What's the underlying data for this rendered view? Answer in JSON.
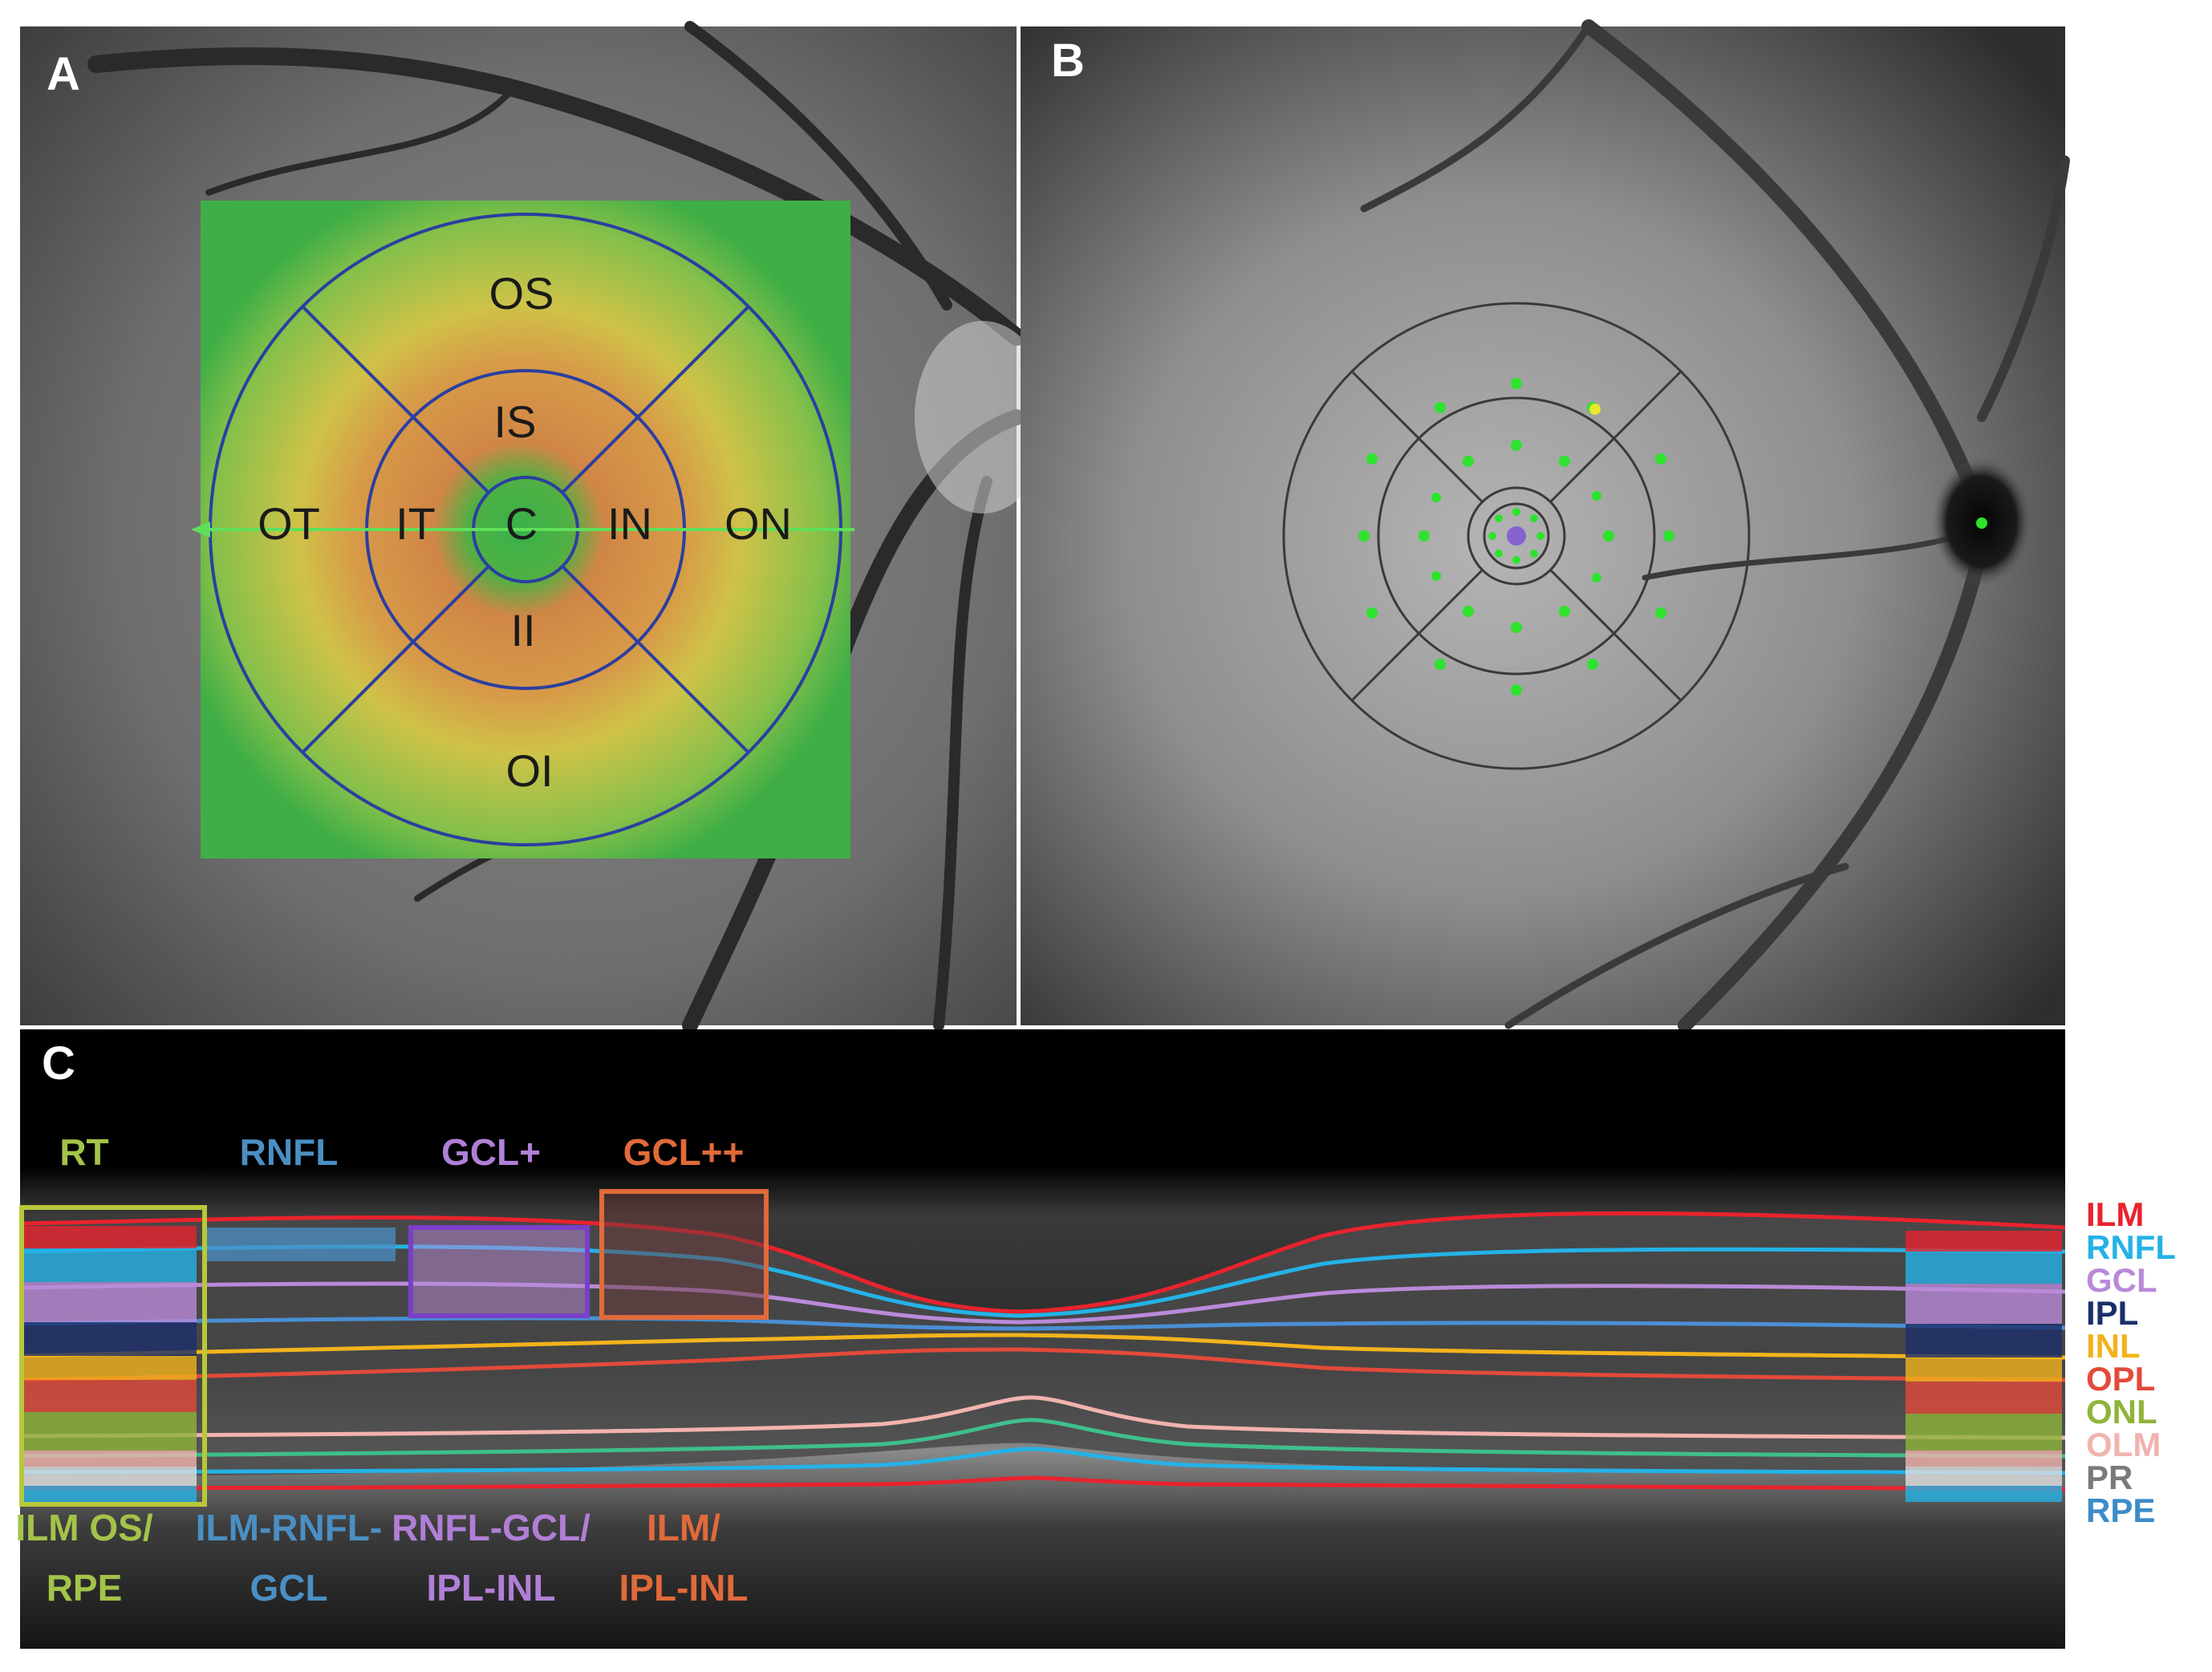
{
  "panels": {
    "a": "A",
    "b": "B",
    "c": "C"
  },
  "panel_a": {
    "sectors": {
      "os": "OS",
      "is": "IS",
      "ot": "OT",
      "it": "IT",
      "c": "C",
      "in": "IN",
      "on": "ON",
      "ii": "II",
      "oi": "OI"
    }
  },
  "panel_c": {
    "regions": [
      {
        "top": "RT",
        "bottom_1": "ILM OS/",
        "bottom_2": "RPE",
        "color": "#a3c34a"
      },
      {
        "top": "RNFL",
        "bottom_1": "ILM-RNFL-",
        "bottom_2": "GCL",
        "color": "#4a8fc4"
      },
      {
        "top": "GCL+",
        "bottom_1": "RNFL-GCL/",
        "bottom_2": "IPL-INL",
        "color": "#b07fd6"
      },
      {
        "top": "GCL++",
        "bottom_1": "ILM/",
        "bottom_2": "IPL-INL",
        "color": "#e06a3a"
      }
    ],
    "layers": [
      {
        "label": "ILM",
        "color": "#e8232e"
      },
      {
        "label": "RNFL",
        "color": "#25b2e6"
      },
      {
        "label": "GCL",
        "color": "#b98ad8"
      },
      {
        "label": "IPL",
        "color": "#1c2f6b"
      },
      {
        "label": "INL",
        "color": "#f2b31b"
      },
      {
        "label": "OPL",
        "color": "#e24a3a"
      },
      {
        "label": "ONL",
        "color": "#8fb43a"
      },
      {
        "label": "OLM",
        "color": "#f2b3ae"
      },
      {
        "label": "PR",
        "color": "#7a7a7a"
      },
      {
        "label": "RPE",
        "color": "#3b8cc8"
      }
    ]
  }
}
